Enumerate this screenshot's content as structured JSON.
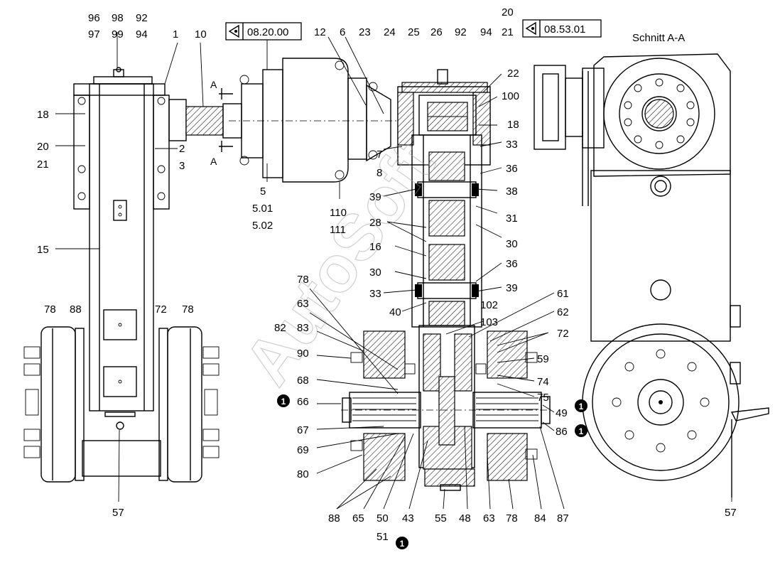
{
  "references": {
    "left": "08.20.00",
    "right": "08.53.01",
    "section_title": "Schnitt A-A",
    "section_mark": "A",
    "marker_symbol": "1"
  },
  "left_view_labels": [
    "96",
    "98",
    "92",
    "97",
    "99",
    "94",
    "1",
    "10",
    "18",
    "20",
    "21",
    "2",
    "3",
    "15",
    "78",
    "88",
    "72",
    "78",
    "57"
  ],
  "motor_labels": [
    "12",
    "5",
    "5.01",
    "5.02",
    "110",
    "111"
  ],
  "center_labels": [
    "6",
    "23",
    "24",
    "25",
    "26",
    "92",
    "94",
    "20",
    "21",
    "22",
    "100",
    "18",
    "7",
    "8",
    "33",
    "36",
    "38",
    "39",
    "31",
    "28",
    "30",
    "16",
    "30",
    "33",
    "36",
    "39",
    "40",
    "78",
    "61",
    "102",
    "62",
    "63",
    "103",
    "72",
    "82",
    "83",
    "59",
    "90",
    "68",
    "74",
    "75",
    "66",
    "49",
    "67",
    "86",
    "69",
    "80",
    "88",
    "65",
    "50",
    "43",
    "55",
    "48",
    "63",
    "78",
    "84",
    "87",
    "51"
  ],
  "right_view_labels": [
    "57"
  ],
  "watermark": "AutoSoft"
}
